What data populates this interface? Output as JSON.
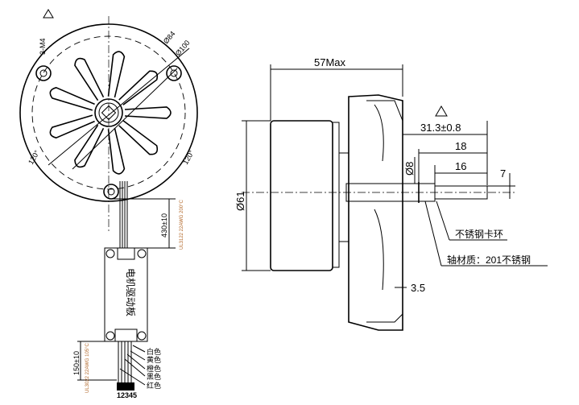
{
  "front_view": {
    "holes_label": "3-M4",
    "dia_inner": "Ø84",
    "dia_outer": "Ø100",
    "angle_left": "120°",
    "angle_right": "120°",
    "lead_length": "430±10",
    "lead_spec": "UL3122 22AWG 200°C",
    "driver_board_label": "电机驱动板",
    "out_length": "150±10",
    "out_spec": "UL3022 22AWG 105°C",
    "wire_colors": [
      "白色",
      "黄色",
      "橙色",
      "黑色",
      "红色"
    ],
    "pin_numbers": "12345"
  },
  "side_view": {
    "overall_length": "57Max",
    "body_dia": "Ø61",
    "shaft_pos": "31.3±0.8",
    "dim_18": "18",
    "dim_16": "16",
    "shaft_dia": "Ø8",
    "dim_7": "7",
    "dim_3_5": "3.5",
    "clip_label": "不锈钢卡环",
    "shaft_material": "轴材质：201不锈钢"
  }
}
